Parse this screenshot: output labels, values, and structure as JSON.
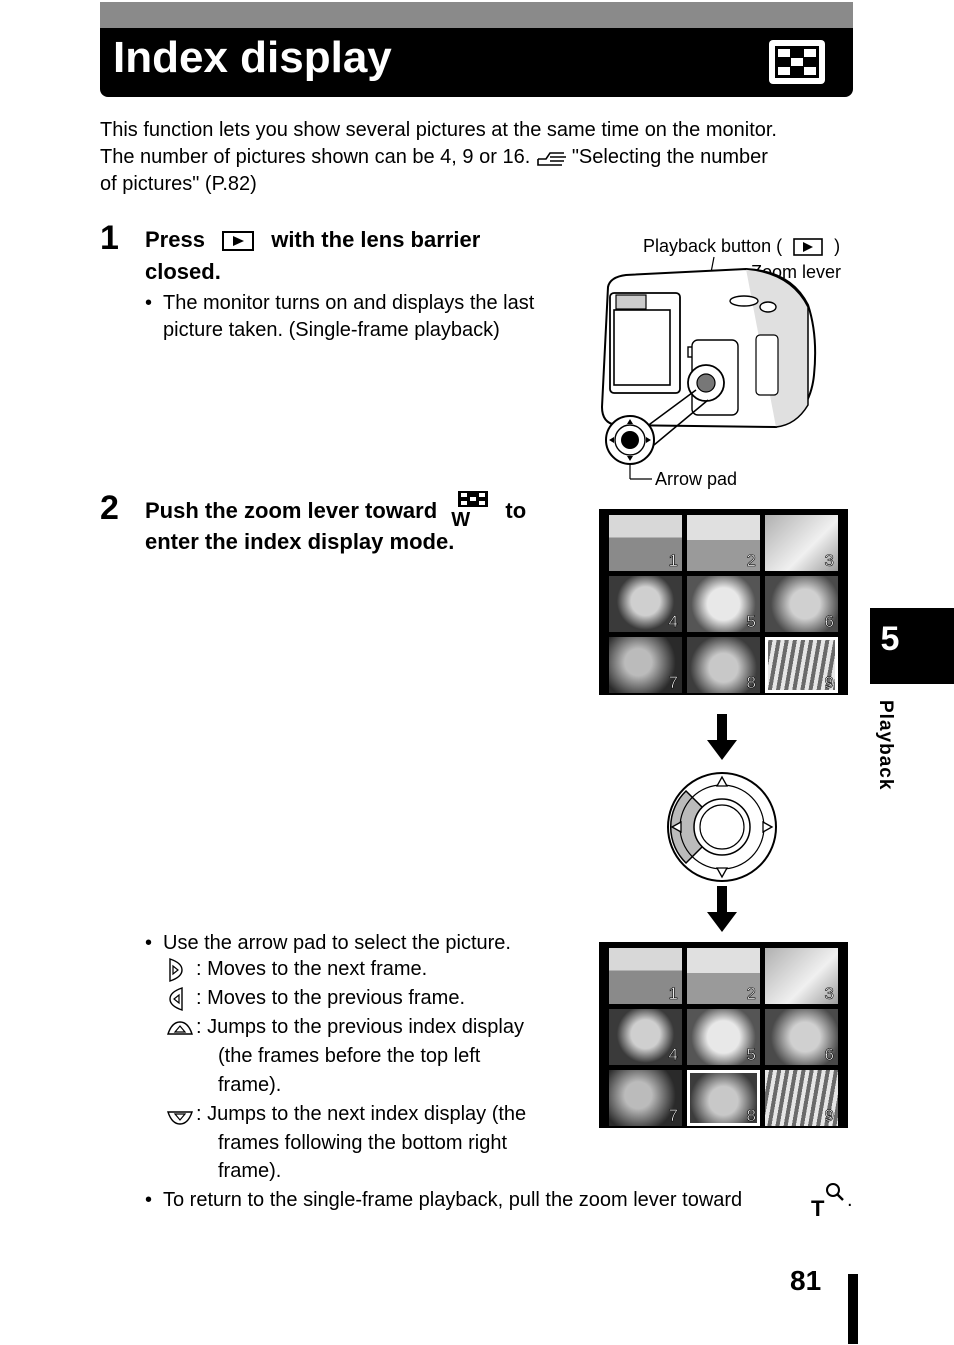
{
  "header": {
    "title": "Index display",
    "icon": "index-display-icon"
  },
  "intro": {
    "line1": "This function lets you show several pictures at the same time on the monitor.",
    "line2a": "The number of pictures shown can be 4, 9 or 16.",
    "line2b": "\"Selecting the number",
    "line3": "of pictures\" (P.82)",
    "ref_icon": "reference-hand-icon"
  },
  "step1": {
    "number": "1",
    "text_a": "Press",
    "text_b": "with the lens barrier",
    "text_c": "closed.",
    "bullet": "The monitor turns on and displays the last",
    "bullet_cont": "picture taken. (Single-frame playback)"
  },
  "camera": {
    "playback_label_a": "Playback button (",
    "playback_label_b": ")",
    "zoom_label": "Zoom lever",
    "arrow_pad_label": "Arrow pad"
  },
  "step2": {
    "number": "2",
    "text_a": "Push the zoom lever toward",
    "w_label": "W",
    "text_b": "to",
    "text_c": "enter the index display mode."
  },
  "grid_numbers": [
    "1",
    "2",
    "3",
    "4",
    "5",
    "6",
    "7",
    "8",
    "9"
  ],
  "arrow_instructions": {
    "intro": "Use the arrow pad to select the picture.",
    "right": ": Moves to the next frame.",
    "left": ": Moves to the previous frame.",
    "up_a": ": Jumps to the previous index display",
    "up_b": "(the frames before the top left",
    "up_c": "frame).",
    "down_a": ": Jumps to the next index display (the",
    "down_b": "frames following the bottom right",
    "down_c": "frame).",
    "return_text": "To return to the single-frame playback, pull the zoom lever toward",
    "t_label": "T",
    "period": "."
  },
  "sidebar": {
    "chapter": "5",
    "label": "Playback"
  },
  "footer": {
    "page": "81"
  }
}
